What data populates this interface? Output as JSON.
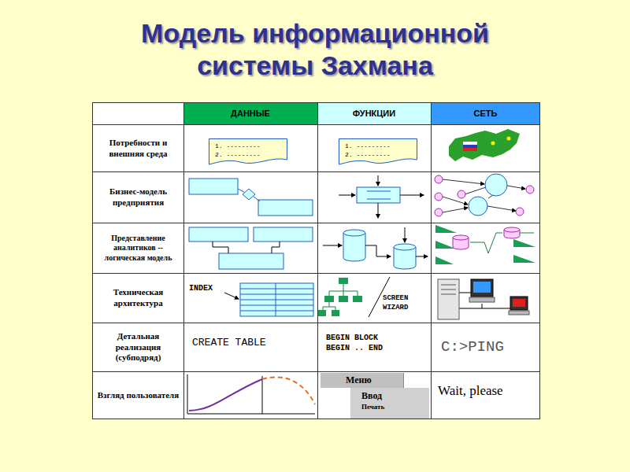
{
  "diagram": {
    "title": "Модель информационной системы Захмана",
    "nodes": [
      {
        "text": [
          "1. ---------",
          "2. ---------"
        ]
      },
      {
        "text": [
          "1. ---------",
          "2. ---------"
        ]
      },
      {
        "text": [
          "Меню"
        ]
      },
      {
        "text": [
          "Ввод",
          "Печать"
        ]
      }
    ],
    "labels": [
      "ДАННЫЕ",
      "ФУНКЦИИ",
      "СЕТЬ",
      "Потребности и внешняя среда",
      "Бизнес-модель предприятия",
      "Представление аналитиков -- логическая модель",
      "Техническая архитектура",
      "Детальная реализация (субподряд)",
      "Взгляд пользователя",
      "INDEX",
      "SCREEN WIZARD",
      "CREATE TABLE",
      "BEGIN BLOCK BEGIN .. END",
      "C:>PING",
      "Wait, please"
    ]
  }
}
